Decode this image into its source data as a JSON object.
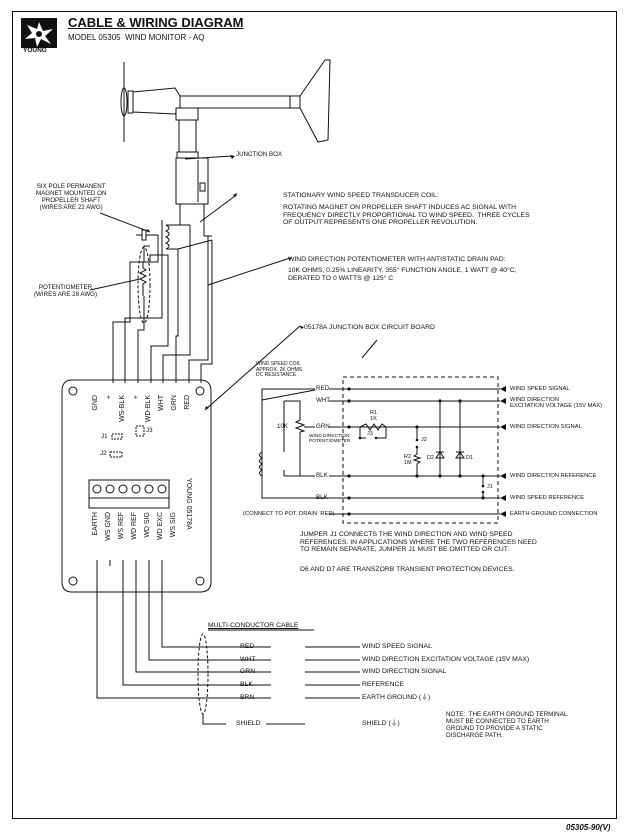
{
  "header": {
    "title": "CABLE & WIRING DIAGRAM",
    "model": "MODEL 05305  WIND MONITOR - AQ",
    "logo_text": "YOUNG"
  },
  "sensor_labels": {
    "junction_box": "JUNCTION BOX",
    "magnet": "SIX POLE PERMANENT\nMAGNET MOUNTED ON\nPROPELLER SHAFT\n(WIRES ARE 22 AWG)",
    "potentiometer": "POTENTIOMETER\n(WIRES ARE 28 AWG)",
    "transducer_title": "STATIONARY WIND SPEED TRANSDUCER COIL:",
    "transducer_desc": "ROTATING MAGNET ON PROPELLER SHAFT INDUCES AC SIGNAL WITH\nFREQUENCY DIRECTLY PROPORTIONAL TO WIND SPEED.  THREE CYCLES\nOF OUTPUT REPRESENTS ONE PROPELLER REVOLUTION.",
    "pot_title": "WIND DIRECTION POTENTIOMETER WITH ANTISTATIC DRAIN PAD:",
    "pot_desc": "10K OHMS, 0.25% LINEARITY, 355° FUNCTION ANGLE, 1 WATT @ 40°C,\nDERATED TO 0 WATTS @ 125° C",
    "board_title": "05178A JUNCTION BOX CIRCUIT BOARD"
  },
  "board": {
    "top_terminals": [
      "GND",
      "+",
      "WS-BLK",
      "+",
      "WD-BLK",
      "GRN",
      "WHT",
      "RED"
    ],
    "jumpers": [
      "J1",
      "J3",
      "J2"
    ],
    "brand": "YOUNG 05178A",
    "bottom_terminals": [
      "EARTH",
      "WS GND",
      "WS REF",
      "WD REF",
      "WD SIG",
      "WD EXC",
      "WS SIG"
    ]
  },
  "schematic": {
    "coil_note": "WIND SPEED COIL\nAPPROX. 2K OHMS\nDC RESISTANCE",
    "wires": [
      "RED",
      "WHT",
      "GRN",
      "BLK",
      "BLK"
    ],
    "drain_note": "(CONNECT TO POT. DRAIN  RED)",
    "pot_value": "10K",
    "pot_label": "WIND DIRECTION\nPOTENTIOMETER",
    "r1": "R1\n1K",
    "r2": "R2\n1M",
    "j3": "J3",
    "j2": "J2",
    "j1": "J1",
    "d2": "D2",
    "d1": "D1",
    "outputs": [
      "WIND SPEED SIGNAL",
      "WIND DIRECTION\nEXCITATION VOLTAGE (15V MAX)",
      "WIND DIRECTION SIGNAL",
      "WIND DIRECTION REFERENCE",
      "WIND SPEED REFERENCE",
      "EARTH GROUND CONNECTION"
    ]
  },
  "notes": {
    "jumper": "JUMPER J1 CONNECTS THE WIND DIRECTION AND WIND SPEED\nREFERENCES. IN APPLICATIONS WHERE THE TWO REFERENCES NEED\nTO REMAIN SEPARATE, JUMPER J1 MUST BE OMITTED OR CUT.",
    "transzorb": "D6 AND D7 ARE TRANSZORB TRANSIENT PROTECTION DEVICES.",
    "earth": "NOTE:  THE EARTH GROUND TERMINAL\nMUST BE CONNECTED TO EARTH\nGROUND TO PROVIDE A STATIC\nDISCHARGE PATH."
  },
  "cable": {
    "title": "MULTI-CONDUCTOR CABLE",
    "rows": [
      {
        "color": "RED",
        "signal": "WIND SPEED SIGNAL"
      },
      {
        "color": "WHT",
        "signal": "WIND DIRECTION EXCITATION VOLTAGE (15V MAX)"
      },
      {
        "color": "GRN",
        "signal": "WIND DIRECTION SIGNAL"
      },
      {
        "color": "BLK",
        "signal": "REFERENCE"
      },
      {
        "color": "BRN",
        "signal": "EARTH GROUND (⏚)"
      },
      {
        "color": "SHIELD",
        "signal": "SHIELD (⏚)"
      }
    ]
  },
  "footer": {
    "doc_number": "05305-90(V)"
  },
  "colors": {
    "line": "#111111",
    "background": "#ffffff"
  }
}
